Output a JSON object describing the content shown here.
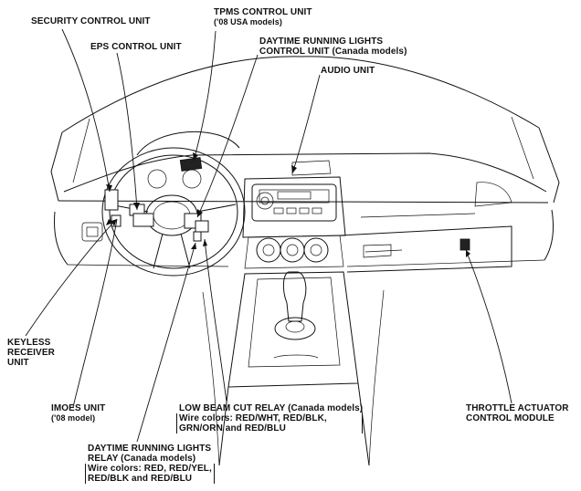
{
  "labels": {
    "security": "SECURITY CONTROL UNIT",
    "eps": "EPS CONTROL UNIT",
    "tpms_1": "TPMS CONTROL UNIT",
    "tpms_2": "('08 USA models)",
    "drl_unit_1": "DAYTIME RUNNING LIGHTS",
    "drl_unit_2": "CONTROL UNIT (Canada models)",
    "audio": "AUDIO UNIT",
    "keyless_1": "KEYLESS",
    "keyless_2": "RECEIVER",
    "keyless_3": "UNIT",
    "imoes_1": "IMOES UNIT",
    "imoes_2": "('08 model)",
    "lowbeam_1": "LOW BEAM CUT RELAY (Canada models)",
    "lowbeam_2": "Wire colors: RED/WHT, RED/BLK,",
    "lowbeam_3": "GRN/ORN and RED/BLU",
    "throttle_1": "THROTTLE ACTUATOR",
    "throttle_2": "CONTROL MODULE",
    "drl_relay_1": "DAYTIME RUNNING LIGHTS",
    "drl_relay_2": "RELAY (Canada models)",
    "drl_relay_3": "Wire colors: RED, RED/YEL,",
    "drl_relay_4": "RED/BLK and RED/BLU"
  }
}
